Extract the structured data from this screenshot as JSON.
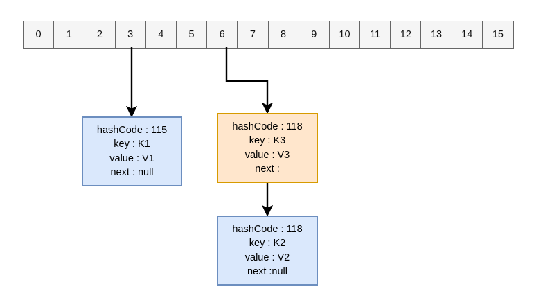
{
  "diagram": {
    "title": "HashMap bucket array with collision chain",
    "colors": {
      "node_blue_fill": "#dae8fc",
      "node_blue_border": "#6c8ebf",
      "node_orange_fill": "#ffe6cc",
      "node_orange_border": "#d79b00",
      "array_cell_fill": "#f5f5f5",
      "array_cell_border": "#666666",
      "arrow": "#000000",
      "background": "#ffffff"
    }
  },
  "bucket_array": {
    "name": "bucket-array",
    "cells": [
      {
        "index": "0"
      },
      {
        "index": "1"
      },
      {
        "index": "2"
      },
      {
        "index": "3"
      },
      {
        "index": "4"
      },
      {
        "index": "5"
      },
      {
        "index": "6"
      },
      {
        "index": "7"
      },
      {
        "index": "8"
      },
      {
        "index": "9"
      },
      {
        "index": "10"
      },
      {
        "index": "11"
      },
      {
        "index": "12"
      },
      {
        "index": "13"
      },
      {
        "index": "14"
      },
      {
        "index": "15"
      }
    ]
  },
  "nodes": {
    "k1": {
      "style": "blue",
      "from_bucket": "3",
      "hash_line": "hashCode : 115",
      "key_line": "key : K1",
      "value_line": "value : V1",
      "next_line": "next : null"
    },
    "k3": {
      "style": "orange",
      "from_bucket": "6",
      "hash_line": "hashCode : 118",
      "key_line": "key : K3",
      "value_line": "value : V3",
      "next_line": "next :"
    },
    "k2": {
      "style": "blue",
      "from_node": "k3",
      "hash_line": "hashCode : 118",
      "key_line": "key : K2",
      "value_line": "value : V2",
      "next_line": "next :null"
    }
  },
  "connectors": [
    {
      "name": "arrow-bucket3-to-k1",
      "shape": "straight-down"
    },
    {
      "name": "arrow-bucket6-to-k3",
      "shape": "elbow-down-right-down"
    },
    {
      "name": "arrow-k3-to-k2",
      "shape": "straight-down"
    }
  ]
}
